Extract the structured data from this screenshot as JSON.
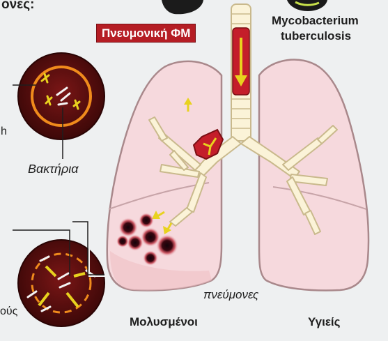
{
  "labels": {
    "top_left_fragment": "ονες:",
    "title": "Πνευμονική ΦΜ",
    "organism_line1": "Mycobacterium",
    "organism_line2": "tuberculosis",
    "bacteria": "Βακτήρια",
    "lungs": "πνεύμονες",
    "infected": "Μολυσμένοι",
    "healthy": "Υγιείς",
    "left_fragment_h": "h",
    "left_fragment_bottom": "ούς"
  },
  "colors": {
    "background": "#eef0f1",
    "lung_fill": "#f6d9dd",
    "lung_outline": "#a9888b",
    "airway_fill": "#fbf3d8",
    "airway_outline": "#c9b98c",
    "trachea_red": "#c41e2a",
    "circle_dark": "#5a1010",
    "ring_orange": "#f08b1c",
    "arrow_yellow": "#e8d21e",
    "title_badge": "#b51d24",
    "lesion": "#2a0508"
  },
  "icons": {
    "arrows": "yellow-arrow-icon",
    "bacteria": "bacterium-icon",
    "lesion": "infection-lesion-icon"
  }
}
